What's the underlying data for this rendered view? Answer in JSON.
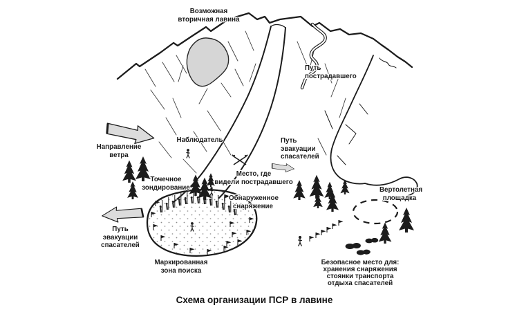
{
  "title": "Схема организации ПСР в лавине",
  "colors": {
    "ink": "#1c1c1c",
    "secondary_avalanche_fill": "#d6d6d6",
    "arrow_fill": "#dcdcdc",
    "background": "#ffffff"
  },
  "labels": {
    "secondary_avalanche": {
      "lines": [
        "Возможная",
        "вторичная лавина"
      ]
    },
    "victim_path": {
      "lines": [
        "Путь",
        "пострадавшего"
      ]
    },
    "observer": {
      "lines": [
        "Наблюдатель"
      ]
    },
    "wind_direction": {
      "lines": [
        "Направление",
        "ветра"
      ]
    },
    "rescuer_evac_right": {
      "lines": [
        "Путь",
        "эвакуации",
        "спасателей"
      ]
    },
    "victim_last_seen": {
      "lines": [
        "Место, где",
        "видели пострадавшего"
      ]
    },
    "spot_probing": {
      "lines": [
        "Точечное",
        "зондирование"
      ]
    },
    "found_equipment": {
      "lines": [
        "Обнаруженное",
        "снаряжение"
      ]
    },
    "helipad": {
      "lines": [
        "Вертолетная",
        "площадка"
      ]
    },
    "rescuer_evac_left": {
      "lines": [
        "Путь",
        "эвакуации",
        "спасателей"
      ]
    },
    "marked_search_zone": {
      "lines": [
        "Маркированная",
        "зона поиска"
      ]
    },
    "safe_place": {
      "lines": [
        "Безопасное место для:",
        "хранения снаряжения",
        "стоянки транспорта",
        "отдыха спасателей"
      ]
    }
  },
  "icons": {
    "fir_tree": "fir-tree silhouette",
    "marker_flag": "small pennant flag",
    "rescuer": "stick-figure person",
    "prober": "rescuer with avalanche probe",
    "crossed_axes": "crossed ice axes",
    "direction_arrow": "wide gray arrow",
    "helipad_outline": "dashed ellipse",
    "equipment_pile": "black gear blobs",
    "victim_track": "winding double-line ski track"
  }
}
